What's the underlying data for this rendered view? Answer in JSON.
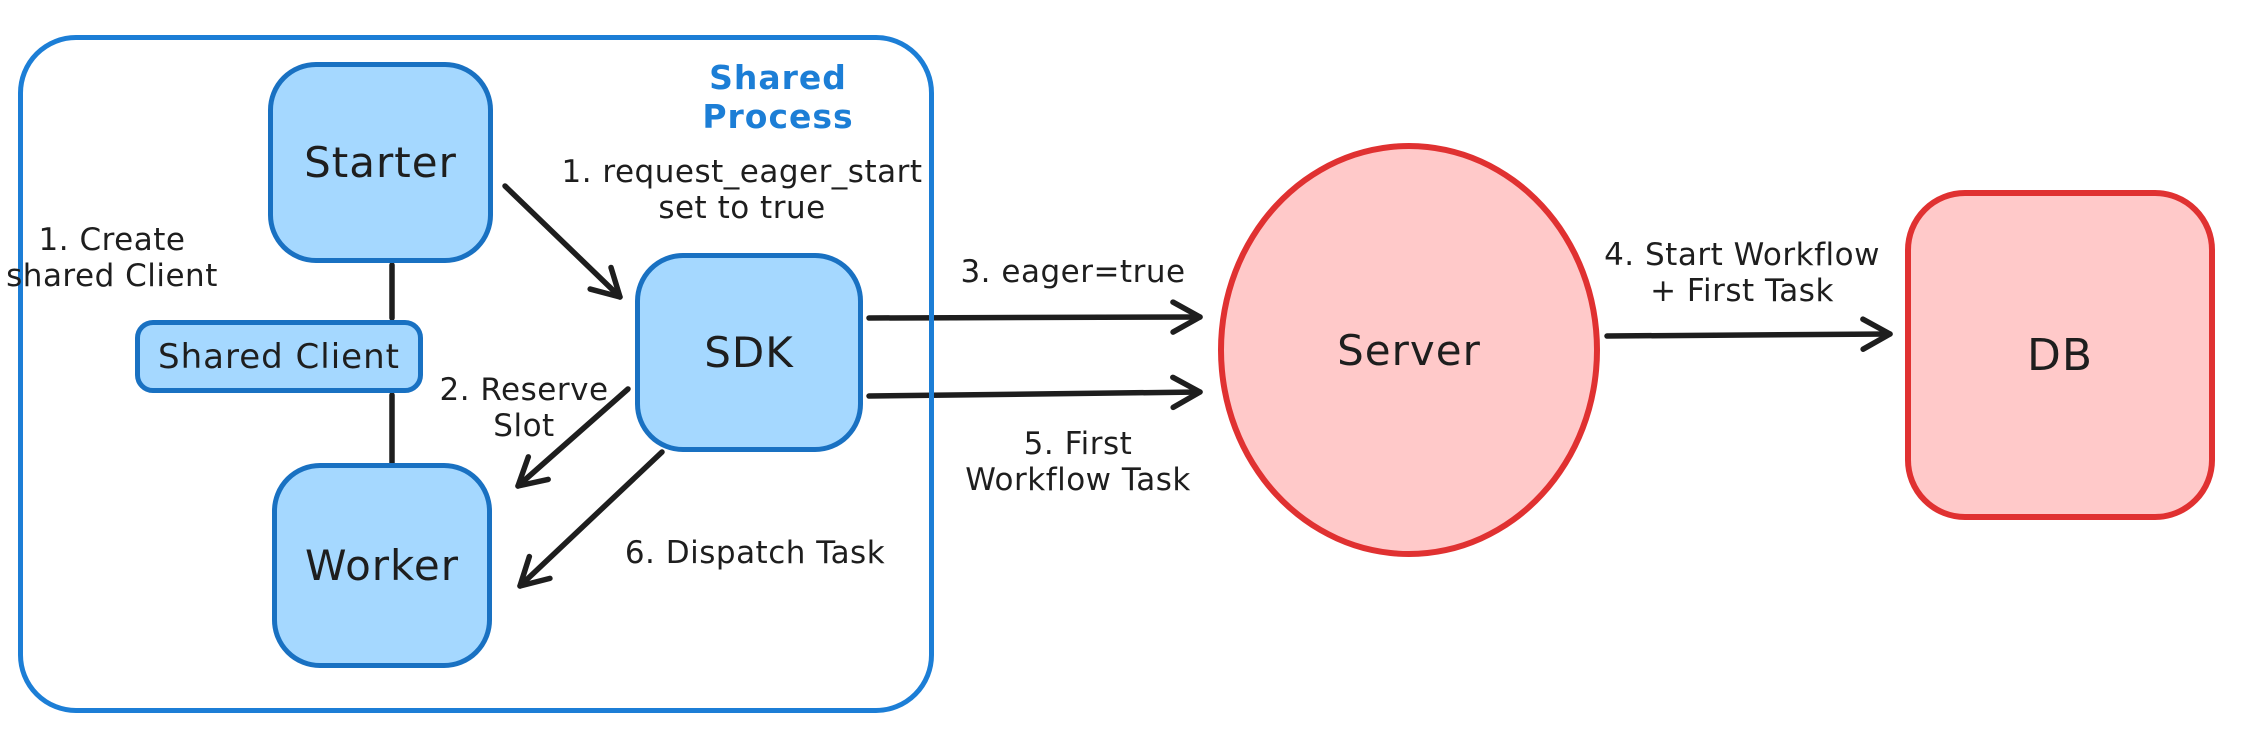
{
  "colors": {
    "frame_blue": "#1c7ed6",
    "node_blue_stroke": "#1971c2",
    "node_blue_fill": "#a5d8ff",
    "node_red_stroke": "#e03131",
    "node_red_fill": "#ffc9c9",
    "ink": "#1e1e1e"
  },
  "frame": {
    "label": "Shared Process"
  },
  "nodes": {
    "starter": {
      "label": "Starter"
    },
    "shared_client": {
      "label": "Shared Client"
    },
    "worker": {
      "label": "Worker"
    },
    "sdk": {
      "label": "SDK"
    },
    "server": {
      "label": "Server"
    },
    "db": {
      "label": "DB"
    }
  },
  "annotations": {
    "create_shared_client": {
      "text": "1. Create\nshared Client"
    },
    "request_eager_start": {
      "text": "1. request_eager_start\nset to true"
    },
    "reserve_slot": {
      "text": "2. Reserve\nSlot"
    },
    "eager_true": {
      "text": "3. eager=true"
    },
    "first_workflow_task": {
      "text": "5. First\nWorkflow Task"
    },
    "dispatch_task": {
      "text": "6. Dispatch Task"
    },
    "start_workflow": {
      "text": "4. Start Workflow\n+ First Task"
    }
  }
}
